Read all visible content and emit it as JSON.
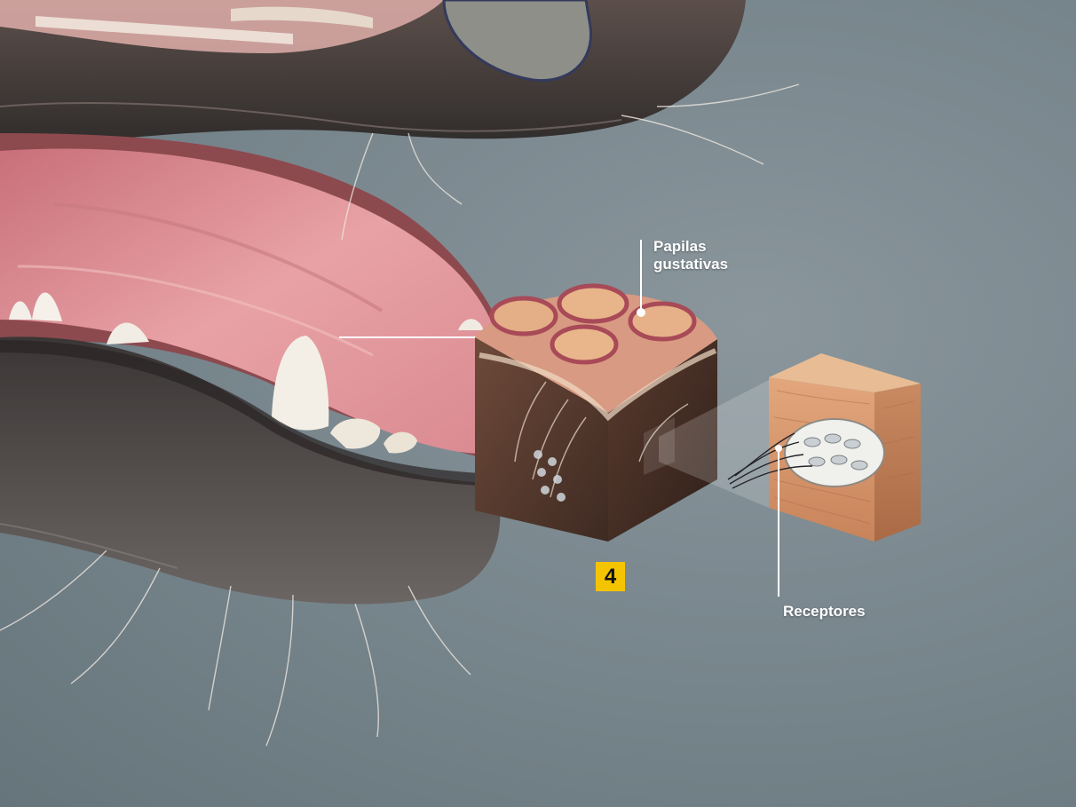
{
  "labels": {
    "papilas_line1": "Papilas",
    "papilas_line2": "gustativas",
    "receptores": "Receptores"
  },
  "step_badge": "4",
  "colors": {
    "background": "#76848b",
    "badge": "#f5c400",
    "label_text": "#ffffff",
    "tongue": "#e39aa0",
    "fur": "#3f3c3b"
  }
}
